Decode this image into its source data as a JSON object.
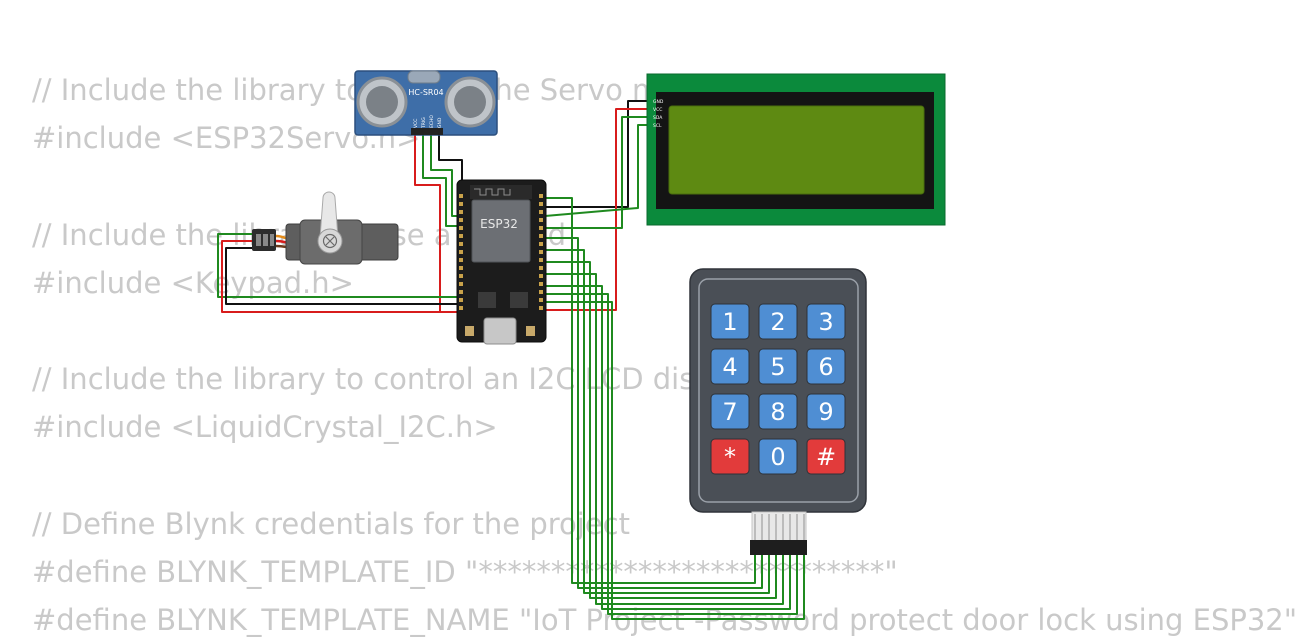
{
  "code_lines": [
    "// Include the library to control the Servo motor",
    "#include <ESP32Servo.h>",
    "",
    "// Include the library to use a keypad",
    "#include <Keypad.h>",
    "",
    "// Include the library to control an I2C LCD display",
    "#include <LiquidCrystal_I2C.h>",
    "",
    "// Define Blynk credentials for the project",
    "#define BLYNK_TEMPLATE_ID \"****************************\"",
    "#define BLYNK_TEMPLATE_NAME \"IoT Project -Password protect door lock using ESP32\""
  ],
  "components": {
    "ultrasonic": {
      "label": "HC-SR04",
      "pins": [
        "VCC",
        "TRIG",
        "ECHO",
        "GND"
      ]
    },
    "mcu": {
      "label": "ESP32"
    },
    "lcd": {
      "pins": [
        "GND",
        "VCC",
        "SDA",
        "SCL"
      ]
    },
    "keypad": {
      "keys": [
        "1",
        "2",
        "3",
        "4",
        "5",
        "6",
        "7",
        "8",
        "9",
        "*",
        "0",
        "#"
      ]
    }
  },
  "colors": {
    "code_text": "#c9c9c9",
    "wire_green": "#1f8a1f",
    "wire_red": "#d81c1c",
    "wire_black": "#111111",
    "lcd_board": "#0b8a3c",
    "lcd_screen": "#5e8a12",
    "key_blue": "#4f8ed3",
    "key_red": "#e23b3b",
    "sensor_blue": "#3e6ea8"
  },
  "icons": [
    "servo-horn-icon"
  ]
}
